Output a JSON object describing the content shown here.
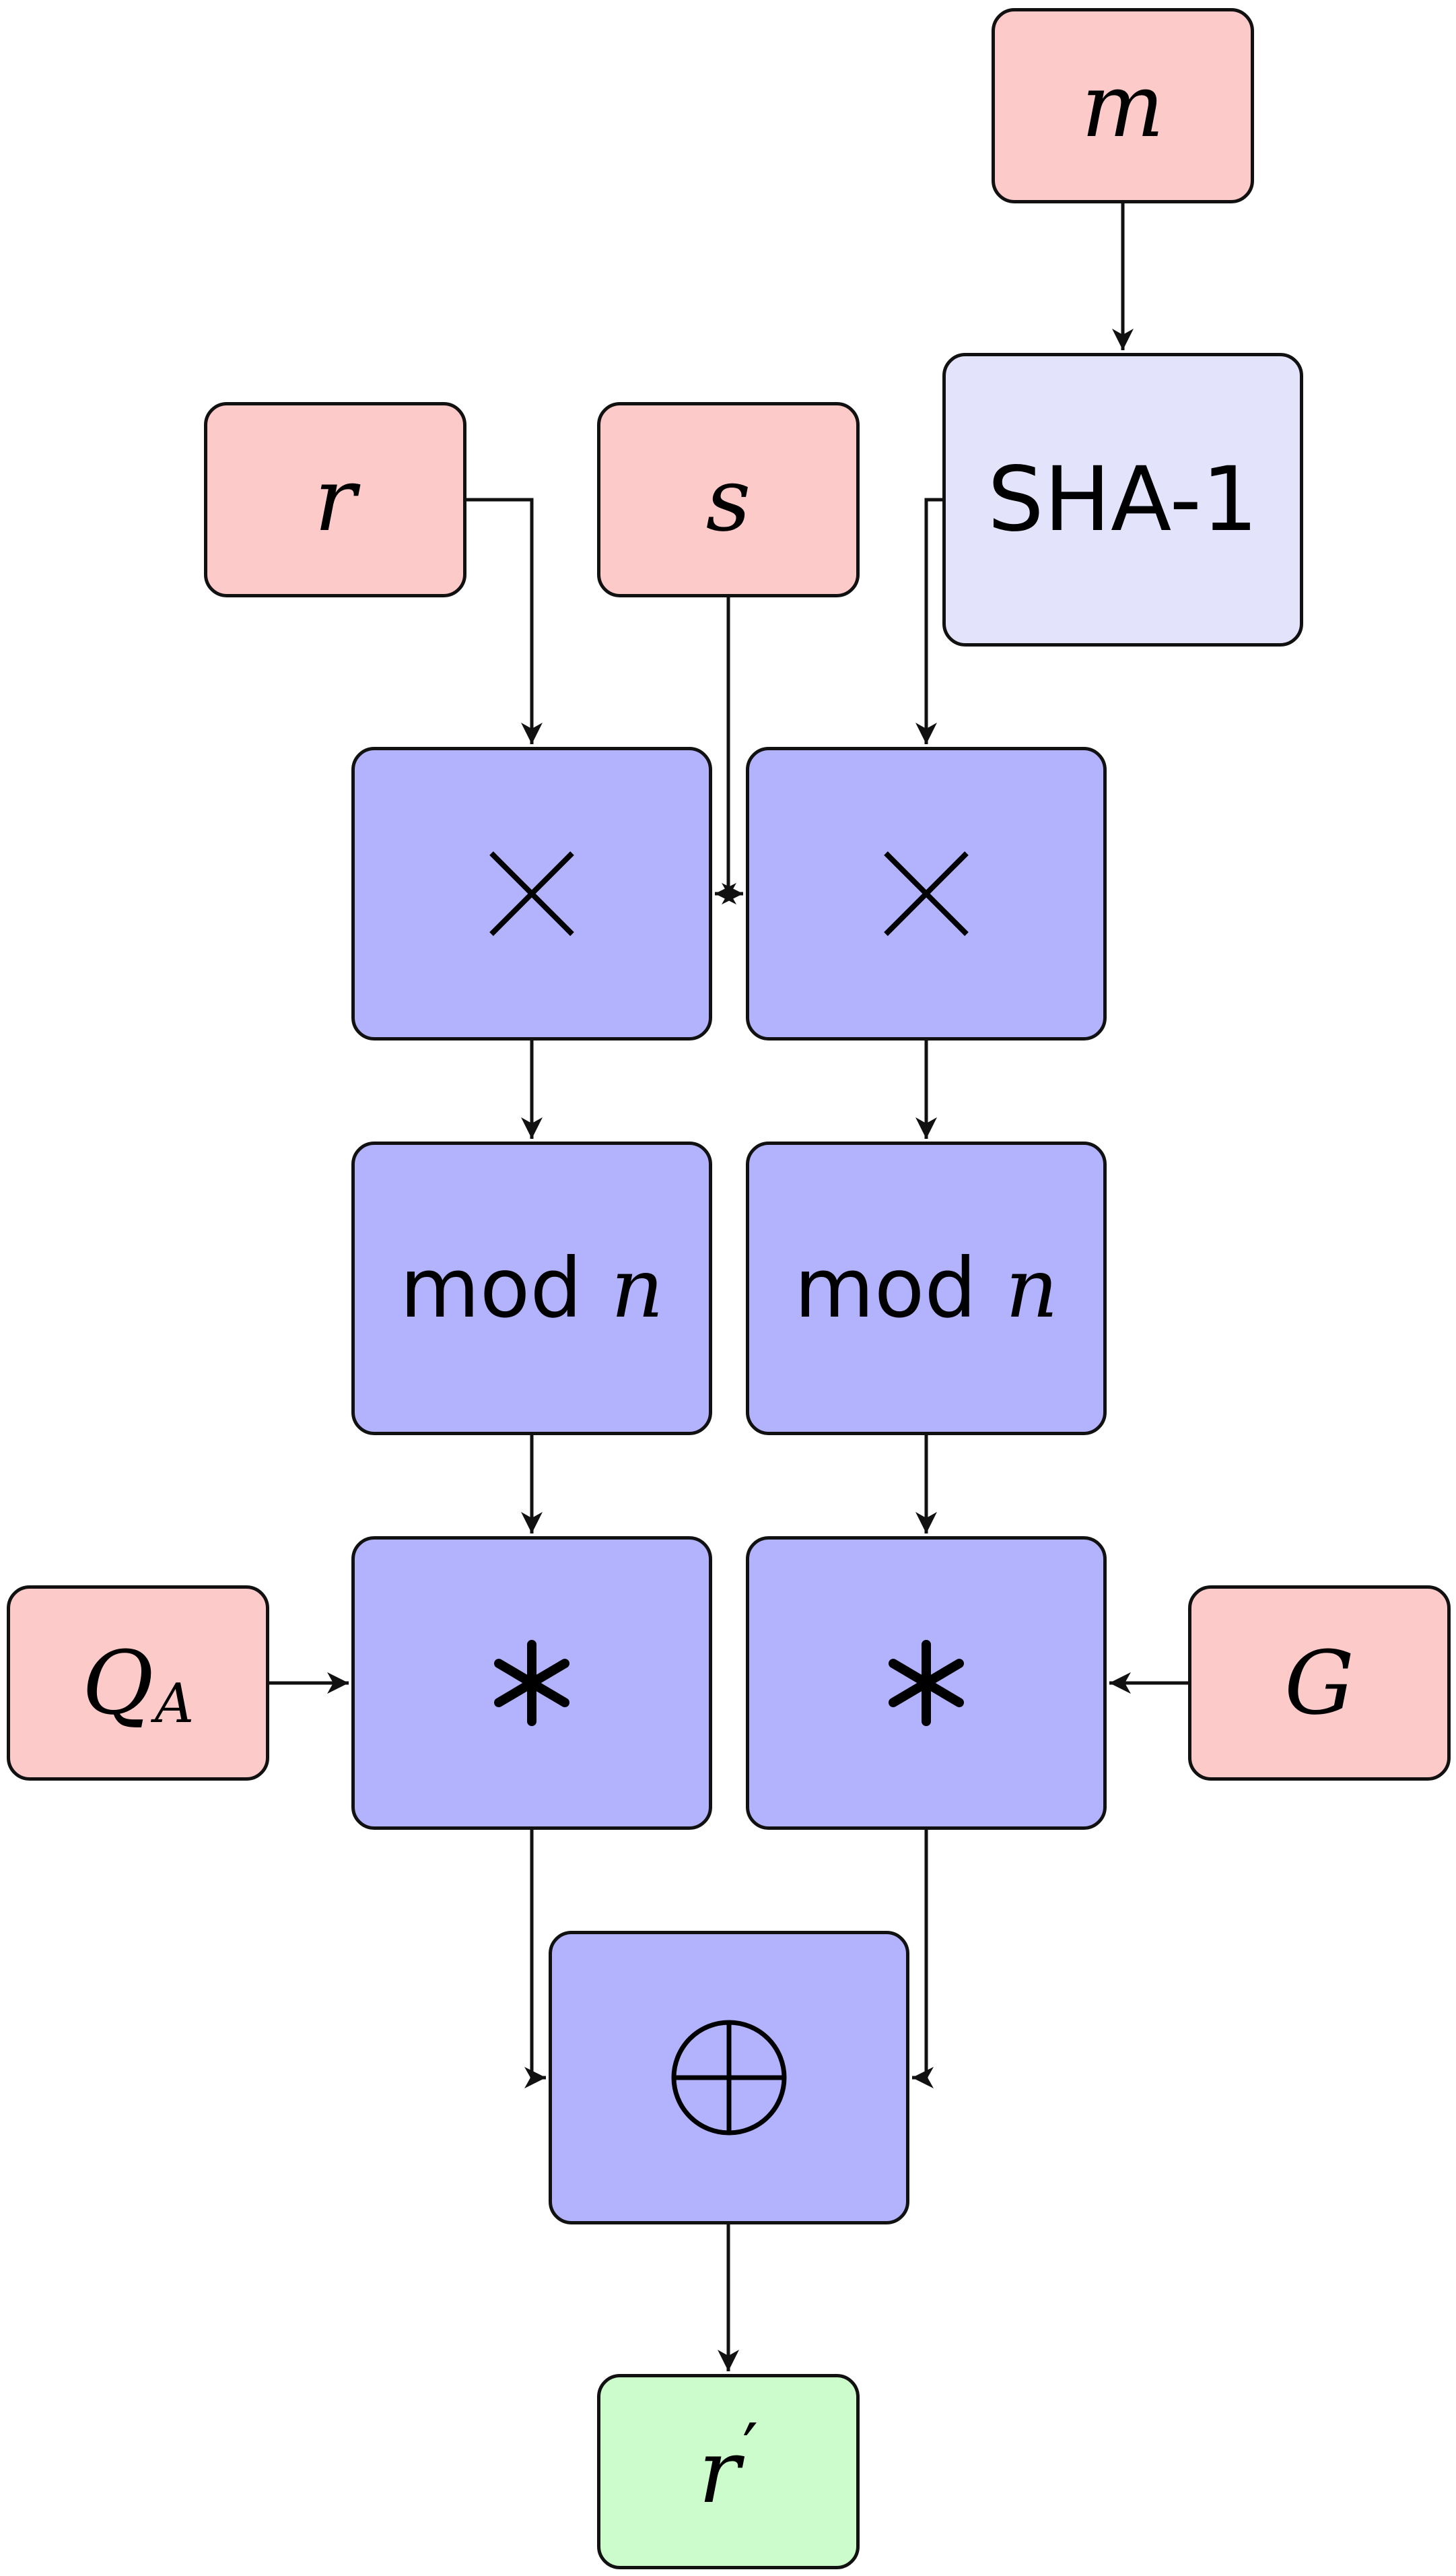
{
  "colors": {
    "input_fill": "#fdcaca",
    "hash_fill": "#e3e3fc",
    "op_fill": "#b3b3fd",
    "output_fill": "#ccfccc",
    "stroke": "#111111"
  },
  "nodes": {
    "m": {
      "label": "m"
    },
    "sha": {
      "label": "SHA-1"
    },
    "r": {
      "label": "r"
    },
    "s": {
      "label": "s"
    },
    "mul_left": {
      "label": "×",
      "icon": "multiply-icon"
    },
    "mul_right": {
      "label": "×",
      "icon": "multiply-icon"
    },
    "mod_left": {
      "label": "mod",
      "var": "n"
    },
    "mod_right": {
      "label": "mod",
      "var": "n"
    },
    "qa": {
      "label": "Q",
      "sub": "A"
    },
    "smul_left": {
      "label": "*",
      "icon": "asterisk-icon"
    },
    "smul_right": {
      "label": "*",
      "icon": "asterisk-icon"
    },
    "g": {
      "label": "G"
    },
    "add": {
      "label": "⊕",
      "icon": "circled-plus-icon"
    },
    "r_prime": {
      "label": "r",
      "prime": "′"
    }
  },
  "edges": [
    {
      "from": "m",
      "to": "SHA-1"
    },
    {
      "from": "r",
      "to": "× (left)"
    },
    {
      "from": "s",
      "to": "× (left)"
    },
    {
      "from": "s",
      "to": "× (right)"
    },
    {
      "from": "SHA-1",
      "to": "× (right)"
    },
    {
      "from": "× (left)",
      "to": "mod n (left)"
    },
    {
      "from": "× (right)",
      "to": "mod n (right)"
    },
    {
      "from": "mod n (left)",
      "to": "* (left)"
    },
    {
      "from": "mod n (right)",
      "to": "* (right)"
    },
    {
      "from": "Q_A",
      "to": "* (left)"
    },
    {
      "from": "G",
      "to": "* (right)"
    },
    {
      "from": "* (left)",
      "to": "⊕"
    },
    {
      "from": "* (right)",
      "to": "⊕"
    },
    {
      "from": "⊕",
      "to": "r′"
    }
  ]
}
